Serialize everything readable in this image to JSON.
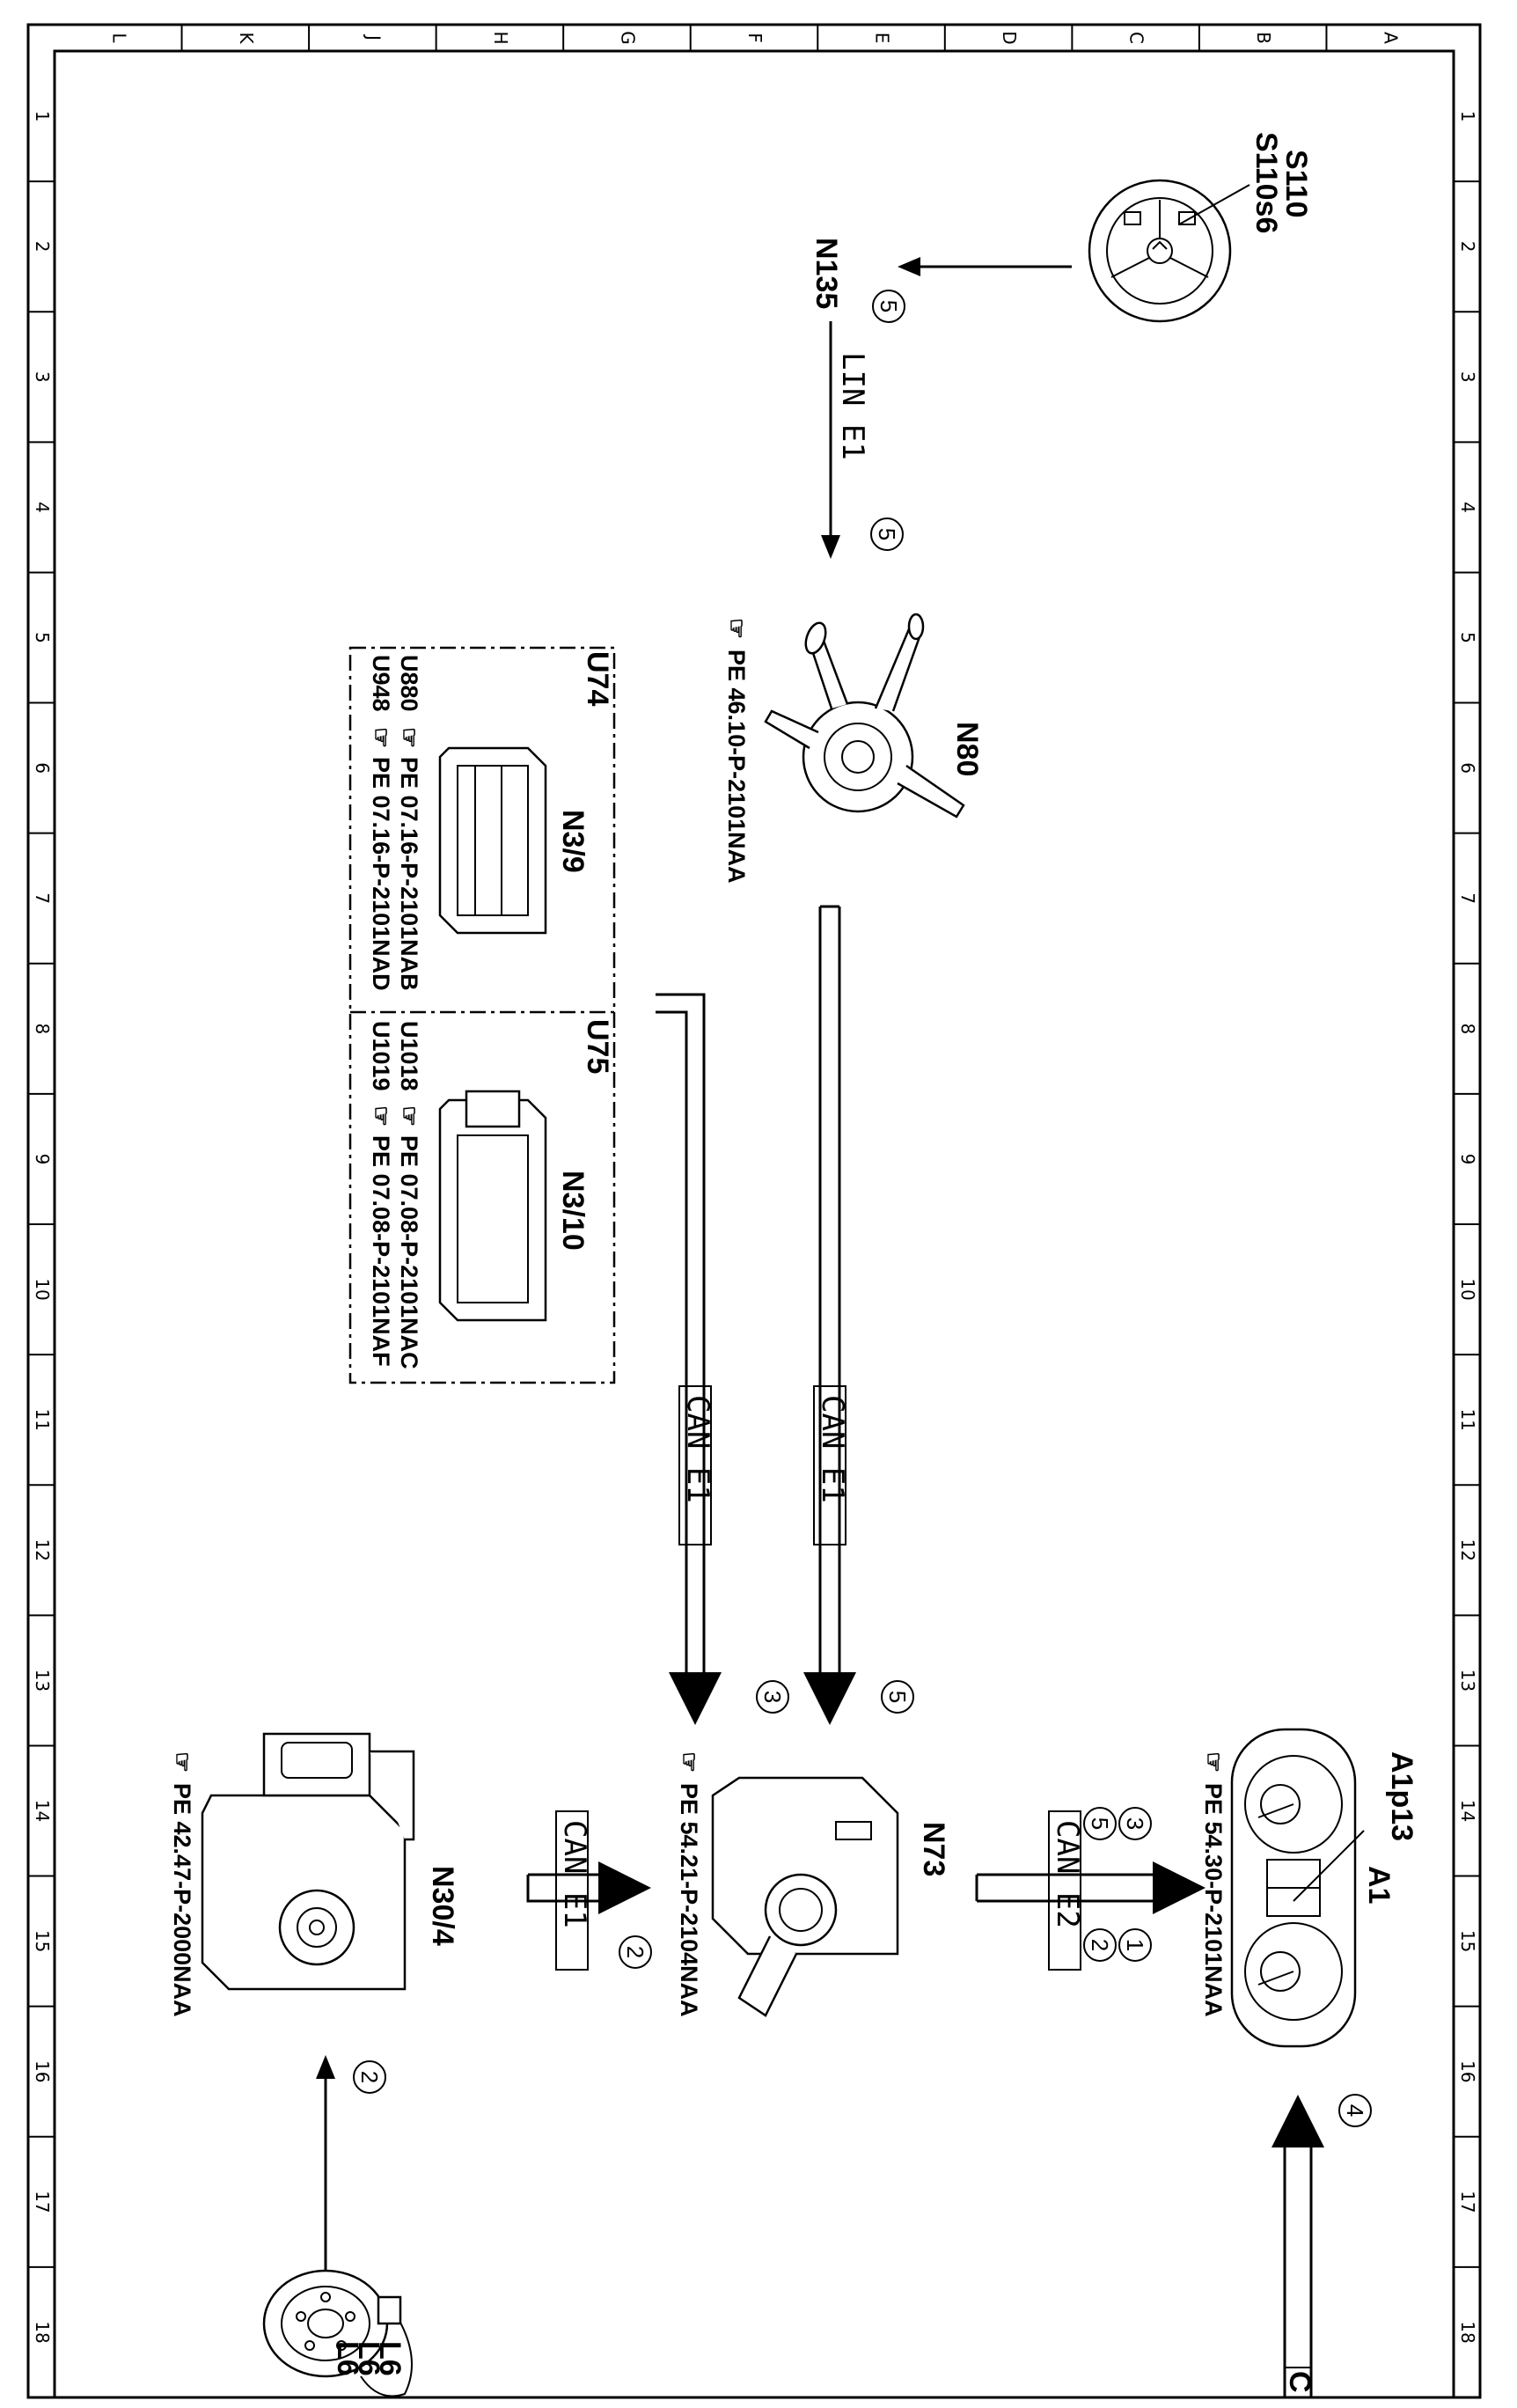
{
  "border": {
    "columns": [
      "L",
      "K",
      "J",
      "H",
      "G",
      "F",
      "E",
      "D",
      "C",
      "B",
      "A"
    ],
    "rows": [
      "1",
      "2",
      "3",
      "4",
      "5",
      "6",
      "7",
      "8",
      "9",
      "10",
      "11",
      "12",
      "13",
      "14",
      "15",
      "16",
      "17",
      "18"
    ]
  },
  "components": {
    "steering_wheel": {
      "label_1": "S110",
      "label_2": "S110s6",
      "icon": "steering-wheel-icon"
    },
    "n135": {
      "label": "N135"
    },
    "n80": {
      "label": "N80",
      "ref": "PE 46.10-P-2101NAA",
      "icon": "steering-column-module-icon"
    },
    "u74": {
      "variant": "U74",
      "label": "N3/9",
      "ref_1_code": "U880",
      "ref_1": "PE 07.16-P-2101NAB",
      "ref_2_code": "U948",
      "ref_2": "PE 07.16-P-2101NAD"
    },
    "u75": {
      "variant": "U75",
      "label": "N3/10",
      "ref_1_code": "U1018",
      "ref_1": "PE 07.08-P-2101NAC",
      "ref_2_code": "U1019",
      "ref_2": "PE 07.08-P-2101NAF"
    },
    "n73": {
      "label": "N73",
      "ref": "PE 54.21-P-2104NAA",
      "icon": "ignition-switch-icon"
    },
    "a1": {
      "label": "A1",
      "sub_label": "A1p13",
      "ref": "PE 54.30-P-2101NAA",
      "icon": "instrument-cluster-icon"
    },
    "n30_4": {
      "label": "N30/4",
      "ref": "PE 42.47-P-2000NAA",
      "icon": "esp-control-unit-icon"
    },
    "wheel_sensor": {
      "label_1": "L6",
      "label_2": "L6",
      "label_3": "L6",
      "icon": "brake-disc-sensor-icon"
    },
    "edge_c": {
      "label": "C"
    }
  },
  "buses": {
    "lin_e1": "LIN E1",
    "can_e1_left": "CAN E1",
    "can_e1_right": "CAN E1",
    "can_e1_n30": "CAN E1",
    "can_e2": "CAN E2"
  },
  "step_markers": {
    "s110_to_n135": "5",
    "lin_end": "5",
    "n80_can_end": "5",
    "n3_can_end": "3",
    "n30_can": "2",
    "a1_can_1": "3",
    "a1_can_2": "1",
    "a1_can_3": "5",
    "a1_can_4": "2",
    "a1_bottom": "4",
    "wheel_to_n30": "2"
  }
}
